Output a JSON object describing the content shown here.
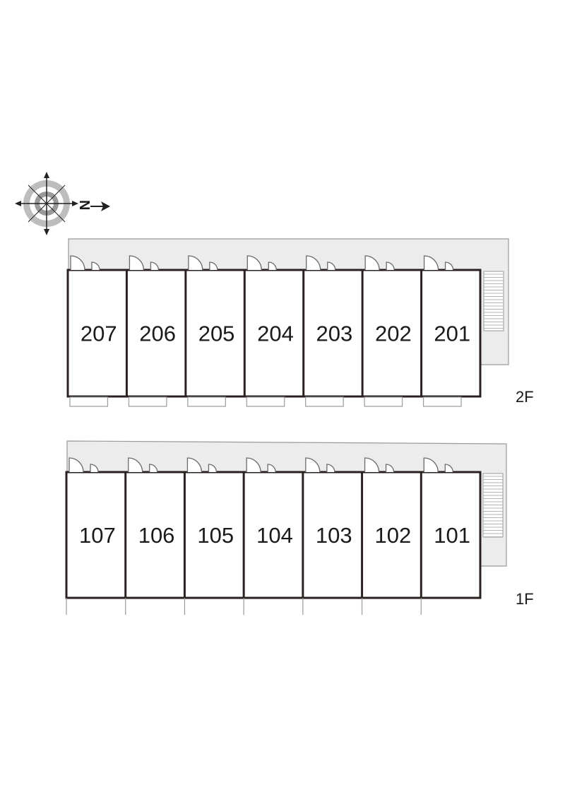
{
  "compass": {
    "letter": "N",
    "icon": "north-arrow-compass-icon"
  },
  "floors": [
    {
      "id": "floor-2",
      "label": "2F",
      "units": [
        "207",
        "206",
        "205",
        "204",
        "203",
        "202",
        "201"
      ]
    },
    {
      "id": "floor-1",
      "label": "1F",
      "units": [
        "107",
        "106",
        "105",
        "104",
        "103",
        "102",
        "101"
      ]
    }
  ],
  "colors": {
    "wall": "#2a2220",
    "corridor": "#ececec",
    "line": "#9a9a9a",
    "text": "#1a1a1a"
  }
}
